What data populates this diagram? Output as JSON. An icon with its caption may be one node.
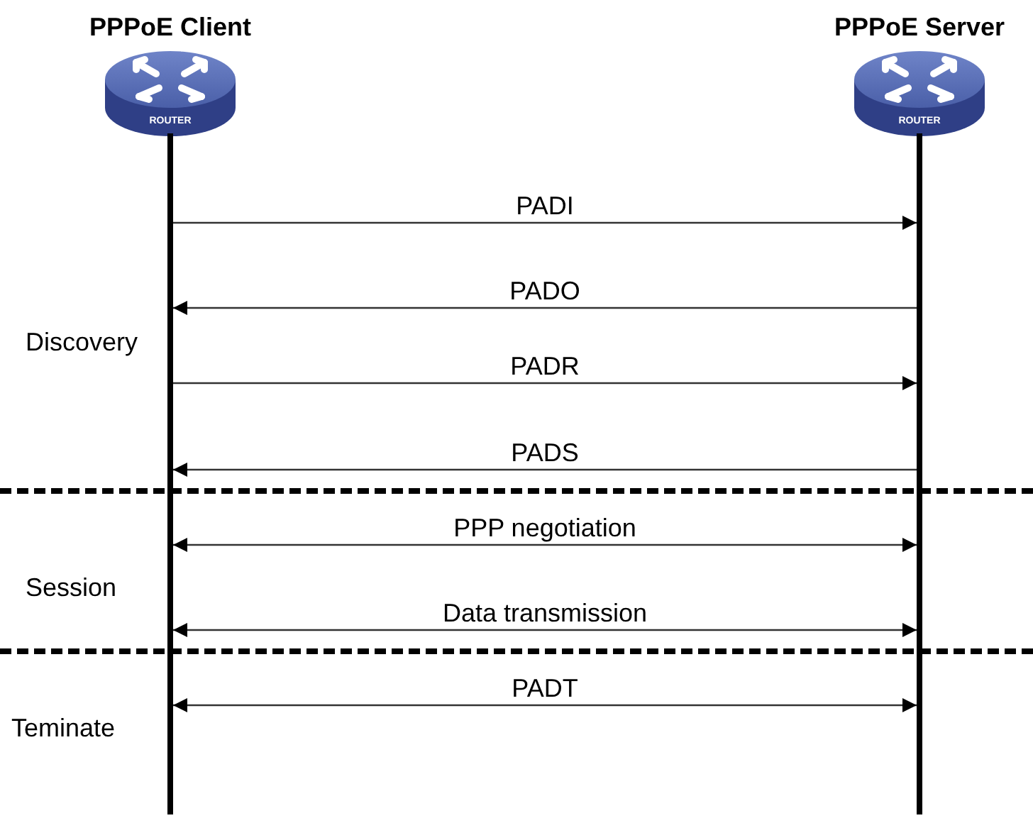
{
  "diagram": {
    "nodes": [
      {
        "text": [
          "PPPoE Client",
          "ROUTER"
        ]
      },
      {
        "text": [
          "PPPoE Server",
          "ROUTER"
        ]
      }
    ],
    "edges": [
      {
        "from": 0,
        "to": 1,
        "arrow": "to",
        "label": "PADI"
      },
      {
        "from": 1,
        "to": 0,
        "arrow": "to",
        "label": "PADO"
      },
      {
        "from": 0,
        "to": 1,
        "arrow": "to",
        "label": "PADR"
      },
      {
        "from": 1,
        "to": 0,
        "arrow": "to",
        "label": "PADS"
      },
      {
        "from": 0,
        "to": 1,
        "arrow": "both",
        "label": "PPP negotiation"
      },
      {
        "from": 0,
        "to": 1,
        "arrow": "both",
        "label": "Data transmission"
      },
      {
        "from": 0,
        "to": 1,
        "arrow": "both",
        "label": "PADT"
      }
    ],
    "labels": [
      "Discovery",
      "Session",
      "Teminate"
    ]
  }
}
